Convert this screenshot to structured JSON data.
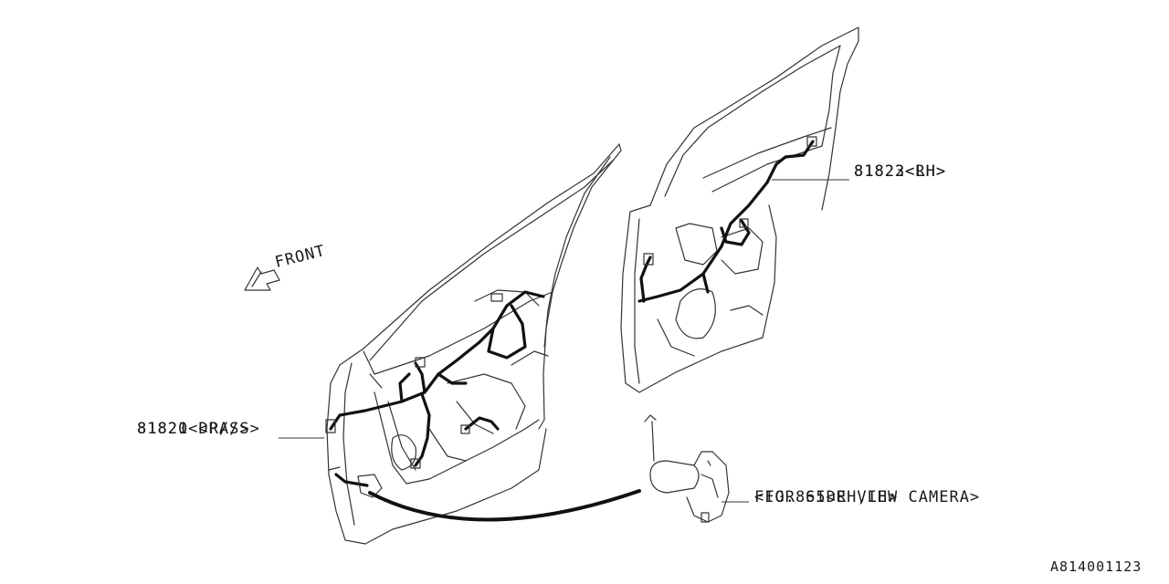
{
  "orientation": {
    "front_label": "FRONT"
  },
  "callouts": {
    "front_door": {
      "line1": "81820<DR/S>",
      "line2": "81821 <PA/S>"
    },
    "rear_door": {
      "line1": "81822<RH>",
      "line2": "81823<LH>"
    },
    "camera": {
      "line1": "FIG.865<RH,LH>",
      "line2": "<FOR SIDE VIEW CAMERA>"
    }
  },
  "doc_id": "A814001123"
}
